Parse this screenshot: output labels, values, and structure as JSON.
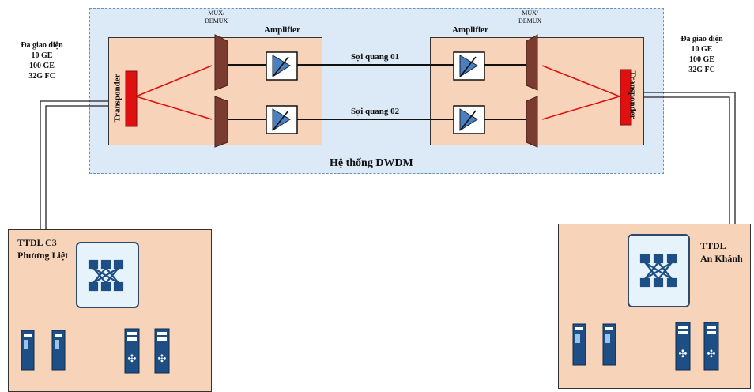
{
  "dwdm": {
    "system_label": "Hệ thống DWDM",
    "mux_left": [
      "MUX/",
      "DEMUX"
    ],
    "mux_right": [
      "MUX/",
      "DEMUX"
    ],
    "amplifier_left": "Amplifier",
    "amplifier_right": "Amplifier",
    "fiber_1": "Sợi quang 01",
    "fiber_2": "Sợi quang 02",
    "transponder_left": "Transponder",
    "transponder_right": "Transponder"
  },
  "interfaces_left": [
    "Đa giao diện",
    "10 GE",
    "100 GE",
    "32G FC"
  ],
  "interfaces_right": [
    "Đa giao diện",
    "10 GE",
    "100 GE",
    "32G FC"
  ],
  "dc_left": {
    "name_lines": [
      "TTDL C3",
      "Phương Liệt"
    ]
  },
  "dc_right": {
    "name_lines": [
      "TTDL",
      "An Khánh"
    ]
  },
  "colors": {
    "site_fill": "#f7d4b9",
    "dwdm_fill": "#dce9f7",
    "mux": "#7a3b30",
    "transponder": "#e01010",
    "fiber_fan": "#e01010",
    "device": "#1d4f86"
  }
}
